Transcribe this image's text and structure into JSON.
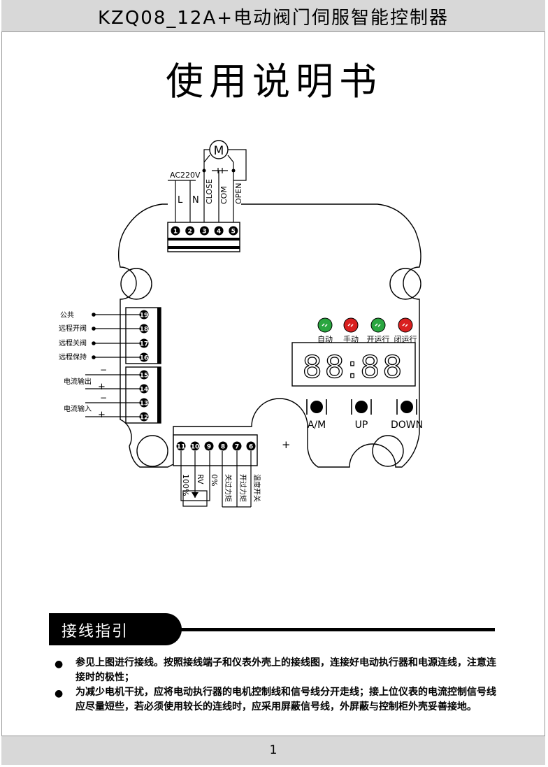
{
  "header": {
    "title": "KZQ08_12A+电动阀门伺服智能控制器"
  },
  "document_title": "使用说明书",
  "diagram": {
    "top_terminals": [
      "1",
      "2",
      "3",
      "4",
      "5"
    ],
    "top_labels": {
      "supply": "AC220V",
      "L": "L",
      "N": "N",
      "close": "CLOSE",
      "com": "COM",
      "open": "OPEN",
      "motor": "M"
    },
    "left_terminals": [
      "19",
      "18",
      "17",
      "16",
      "15",
      "14",
      "13",
      "12"
    ],
    "left_labels": {
      "common": "公共",
      "remote_open": "远程开阀",
      "remote_close": "远程关阀",
      "remote_hold": "远程保持",
      "current_out": "电流输出",
      "current_in": "电流输入",
      "minus": "−",
      "plus": "+"
    },
    "bottom_terminals": [
      "11",
      "10",
      "9",
      "8",
      "7",
      "6"
    ],
    "bottom_labels": {
      "p100": "100%",
      "rv": "RV",
      "p0": "0%",
      "close_torque": "关过力矩",
      "open_torque": "开过力矩",
      "thermo_switch": "温度开关"
    },
    "indicators": [
      {
        "label": "自动",
        "color": "#2aa640"
      },
      {
        "label": "手动",
        "color": "#d92020"
      },
      {
        "label": "开运行",
        "color": "#2aa640"
      },
      {
        "label": "闭运行",
        "color": "#d92020"
      }
    ],
    "display_text": "88:88",
    "buttons": [
      "A/M",
      "UP",
      "DOWN"
    ],
    "plus_mark": "+"
  },
  "section": {
    "title": "接线指引",
    "bullets": [
      "参见上图进行接线。按照接线端子和仪表外壳上的接线图，连接好电动执行器和电源连线，注意连接时的极性；",
      "为减少电机干扰，应将电动执行器的电机控制线和信号线分开走线；接上位仪表的电流控制信号线应尽量短些，若必须使用较长的连线时，应采用屏蔽信号线，外屏蔽与控制柜外壳妥善接地。"
    ],
    "bullet_symbol": "●"
  },
  "footer": {
    "page_number": "1"
  }
}
